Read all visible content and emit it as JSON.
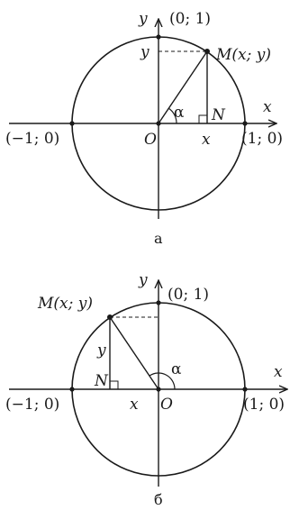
{
  "diagrams": [
    {
      "caption": "а",
      "labels": {
        "y_axis": "y",
        "x_axis": "x",
        "top_point": "(0; 1)",
        "point_m": "M(x; y)",
        "y_proj": "y",
        "x_proj": "x",
        "origin": "O",
        "foot": "N",
        "angle": "α",
        "left_point": "(−1; 0)",
        "right_point": "(1; 0)"
      },
      "angle_deg": 57,
      "quadrant": "first"
    },
    {
      "caption": "б",
      "labels": {
        "y_axis": "y",
        "x_axis": "x",
        "top_point": "(0; 1)",
        "point_m": "M(x; y)",
        "y_proj": "y",
        "x_proj": "x",
        "origin": "O",
        "foot": "N",
        "angle": "α",
        "left_point": "(−1; 0)",
        "right_point": "(1; 0)"
      },
      "angle_deg": 125,
      "quadrant": "second"
    }
  ]
}
